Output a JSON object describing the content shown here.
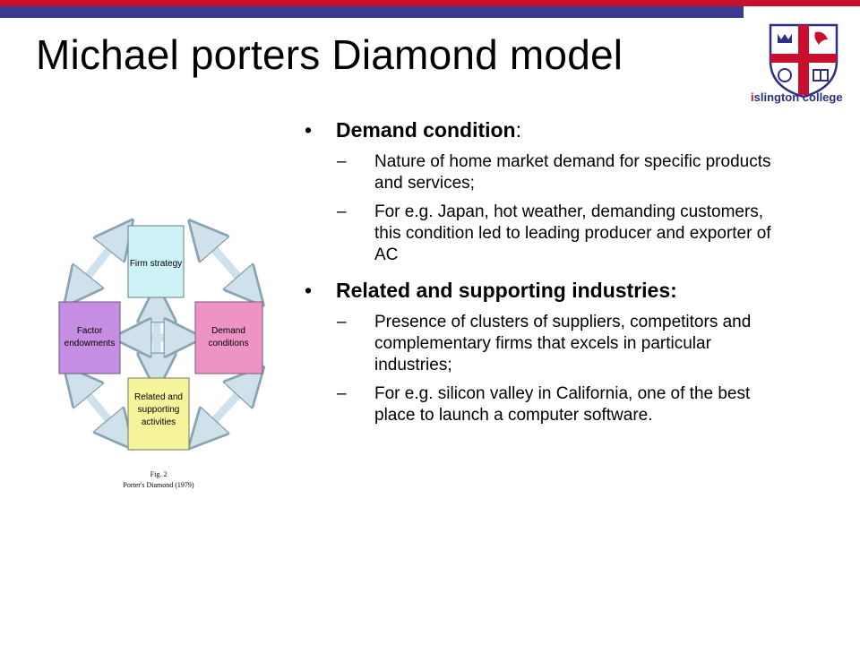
{
  "slide": {
    "title": "Michael porters Diamond model"
  },
  "logo": {
    "text_i": "i",
    "text_rest": "slington college"
  },
  "diagram": {
    "boxes": {
      "top": "Firm strategy",
      "left_line1": "Factor",
      "left_line2": "endowments",
      "right_line1": "Demand",
      "right_line2": "conditions",
      "bottom_line1": "Related and",
      "bottom_line2": "supporting",
      "bottom_line3": "activities"
    },
    "caption_line1": "Fig. 2",
    "caption_line2": "Porter's Diamond (1979)",
    "colors": {
      "top": "#cdf3f7",
      "left": "#c58ee3",
      "right": "#ee93c6",
      "bottom": "#f6f49a",
      "arrow": "#cfe2ec"
    }
  },
  "content": {
    "sections": [
      {
        "heading": "Demand condition",
        "separator": ":",
        "items": [
          "Nature of home market demand for specific products and services;",
          "For e.g. Japan, hot weather, demanding customers, this condition led to leading producer and exporter of AC"
        ]
      },
      {
        "heading": "Related and supporting industries:",
        "separator": "",
        "items": [
          "Presence of clusters of suppliers, competitors and complementary firms that excels in particular industries;",
          "For e.g. silicon valley in California, one of the best place to launch a computer software."
        ]
      }
    ]
  }
}
